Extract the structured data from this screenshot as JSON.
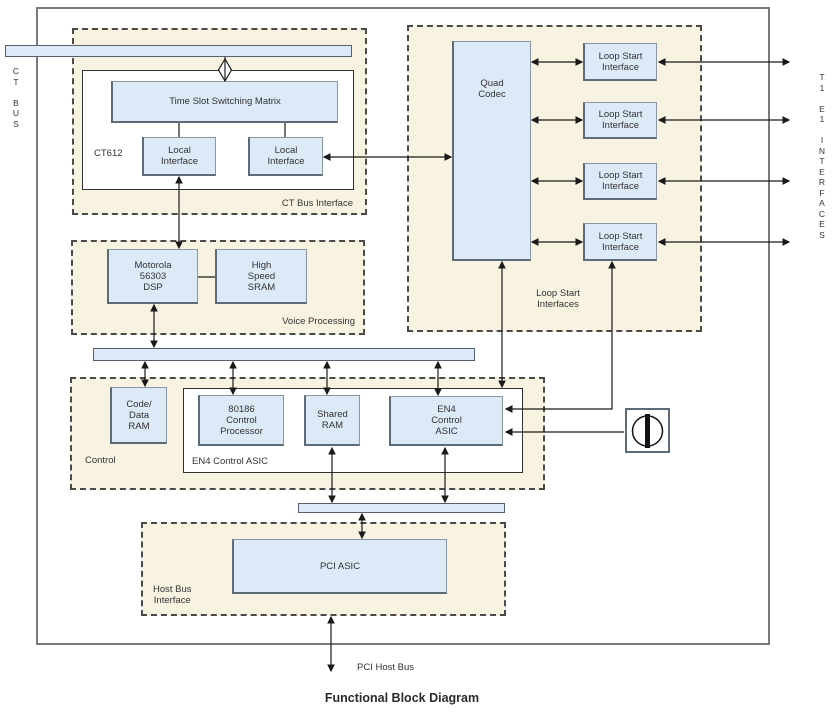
{
  "title": "Functional Block Diagram",
  "left_bus": {
    "label": "C\nT\n\nB\nU\nS"
  },
  "right_interfaces": {
    "label": "T\n1\n\nE\n1\n\nI\nN\nT\nE\nR\nF\nA\nC\nE\nS"
  },
  "sections": {
    "ct_bus_interface": {
      "label": "CT Bus Interface",
      "chip_label": "CT612",
      "blocks": {
        "matrix": "Time Slot Switching Matrix",
        "local_interface_1": "Local\nInterface",
        "local_interface_2": "Local\nInterface"
      }
    },
    "voice_processing": {
      "label": "Voice Processing",
      "blocks": {
        "dsp": "Motorola\n56303\nDSP",
        "sram": "High\nSpeed\nSRAM"
      }
    },
    "loop_start": {
      "label": "Loop Start\nInterfaces",
      "blocks": {
        "quad_codec": "Quad\nCodec",
        "lsi1": "Loop Start\nInterface",
        "lsi2": "Loop Start\nInterface",
        "lsi3": "Loop Start\nInterface",
        "lsi4": "Loop Start\nInterface"
      }
    },
    "control": {
      "label": "Control",
      "asic_group_label": "EN4 Control ASIC",
      "blocks": {
        "code_data_ram": "Code/\nData\nRAM",
        "processor": "80186\nControl\nProcessor",
        "shared_ram": "Shared\nRAM",
        "en4_asic": "EN4\nControl\nASIC"
      }
    },
    "host_bus": {
      "label": "Host Bus\nInterface",
      "blocks": {
        "pci_asic": "PCI ASIC"
      }
    }
  },
  "labels": {
    "pci_host_bus": "PCI Host Bus"
  },
  "icons": {
    "oscillator": "clock-oscillator-icon"
  },
  "colors": {
    "section_bg": "#f8f2e0",
    "block_fill": "#dce9f7",
    "block_border": "#5d6b78",
    "line": "#1a1a1a",
    "outer_border": "#76797d",
    "text": "#333333"
  }
}
